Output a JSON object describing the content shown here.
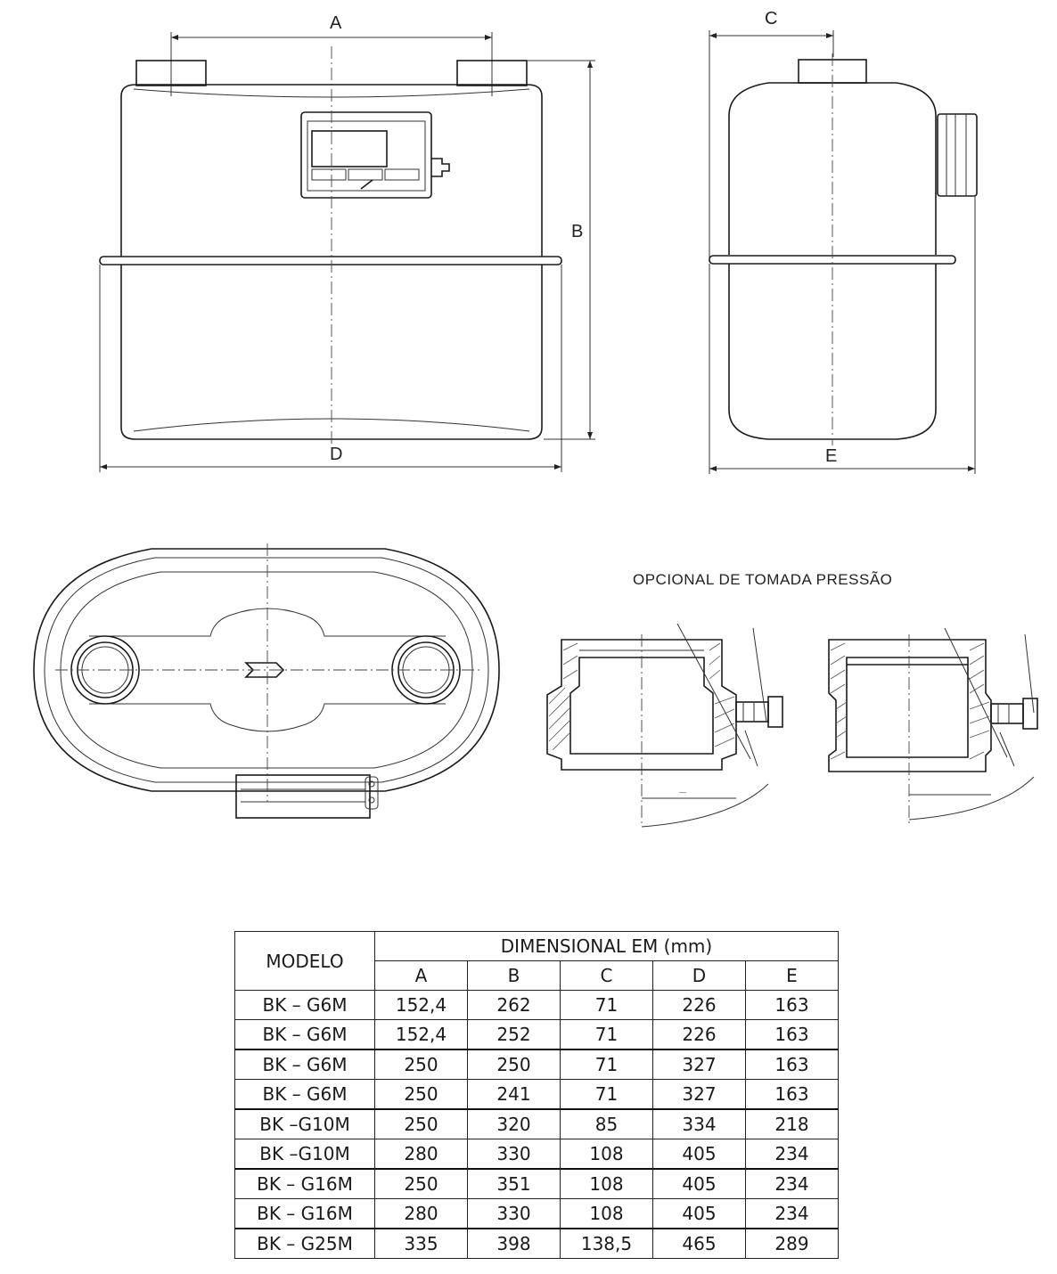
{
  "labels": {
    "A": "A",
    "B": "B",
    "C": "C",
    "D": "D",
    "E": "E",
    "optional_title": "OPCIONAL DE TOMADA PRESSÃO"
  },
  "table": {
    "model_header": "MODELO",
    "group_header": "DIMENSIONAL EM (mm)",
    "columns": [
      "A",
      "B",
      "C",
      "D",
      "E"
    ],
    "rows": [
      {
        "model": "BK – G6M",
        "values": [
          "152,4",
          "262",
          "71",
          "226",
          "163"
        ]
      },
      {
        "model": "BK – G6M",
        "values": [
          "152,4",
          "252",
          "71",
          "226",
          "163"
        ]
      },
      {
        "model": "BK – G6M",
        "values": [
          "250",
          "250",
          "71",
          "327",
          "163"
        ]
      },
      {
        "model": "BK – G6M",
        "values": [
          "250",
          "241",
          "71",
          "327",
          "163"
        ]
      },
      {
        "model": "BK –G10M",
        "values": [
          "250",
          "320",
          "85",
          "334",
          "218"
        ]
      },
      {
        "model": "BK –G10M",
        "values": [
          "280",
          "330",
          "108",
          "405",
          "234"
        ]
      },
      {
        "model": "BK – G16M",
        "values": [
          "250",
          "351",
          "108",
          "405",
          "234"
        ]
      },
      {
        "model": "BK – G16M",
        "values": [
          "280",
          "330",
          "108",
          "405",
          "234"
        ]
      },
      {
        "model": "BK – G25M",
        "values": [
          "335",
          "398",
          "138,5",
          "465",
          "289"
        ]
      }
    ]
  },
  "colors": {
    "line": "#1a1a1a",
    "background": "#ffffff"
  }
}
